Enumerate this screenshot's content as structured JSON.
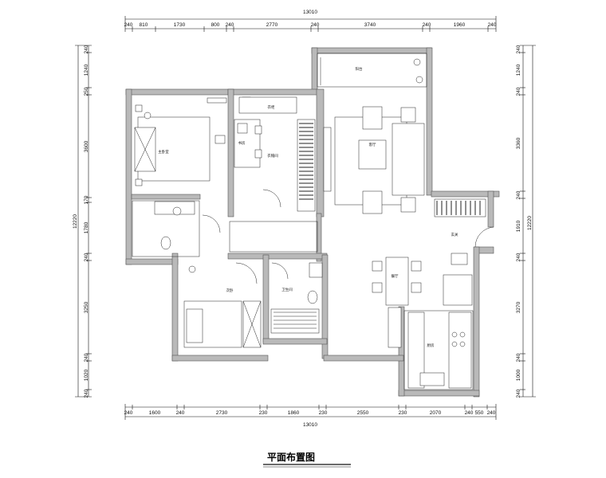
{
  "drawing": {
    "title": "平面布置图",
    "top_total": "13010",
    "bottom_total": "13010",
    "top_dims": [
      "240",
      "810",
      "1730",
      "800",
      "240",
      "2770",
      "240",
      "3740",
      "240",
      "1960",
      "240"
    ],
    "bottom_dims": [
      "240",
      "1600",
      "240",
      "2730",
      "230",
      "1860",
      "230",
      "2550",
      "230",
      "2070",
      "240",
      "550",
      "240"
    ],
    "left_total": "12220",
    "right_total": "12220",
    "left_dims": [
      "240",
      "1240",
      "250",
      "3600",
      "170",
      "1780",
      "240",
      "3250",
      "240",
      "1020",
      "240"
    ],
    "right_dims": [
      "240",
      "1240",
      "240",
      "3360",
      "240",
      "1910",
      "240",
      "3270",
      "240",
      "1000",
      "240"
    ],
    "rooms": {
      "balcony_top": "阳台",
      "master_bed": "主卧室",
      "study": "书房",
      "dressing": "衣帽间",
      "cloakroom": "衣柜",
      "living": "客厅",
      "entrance": "玄关",
      "second_bed": "次卧",
      "bath": "卫生间",
      "dining": "餐厅",
      "kitchen": "厨房"
    }
  }
}
